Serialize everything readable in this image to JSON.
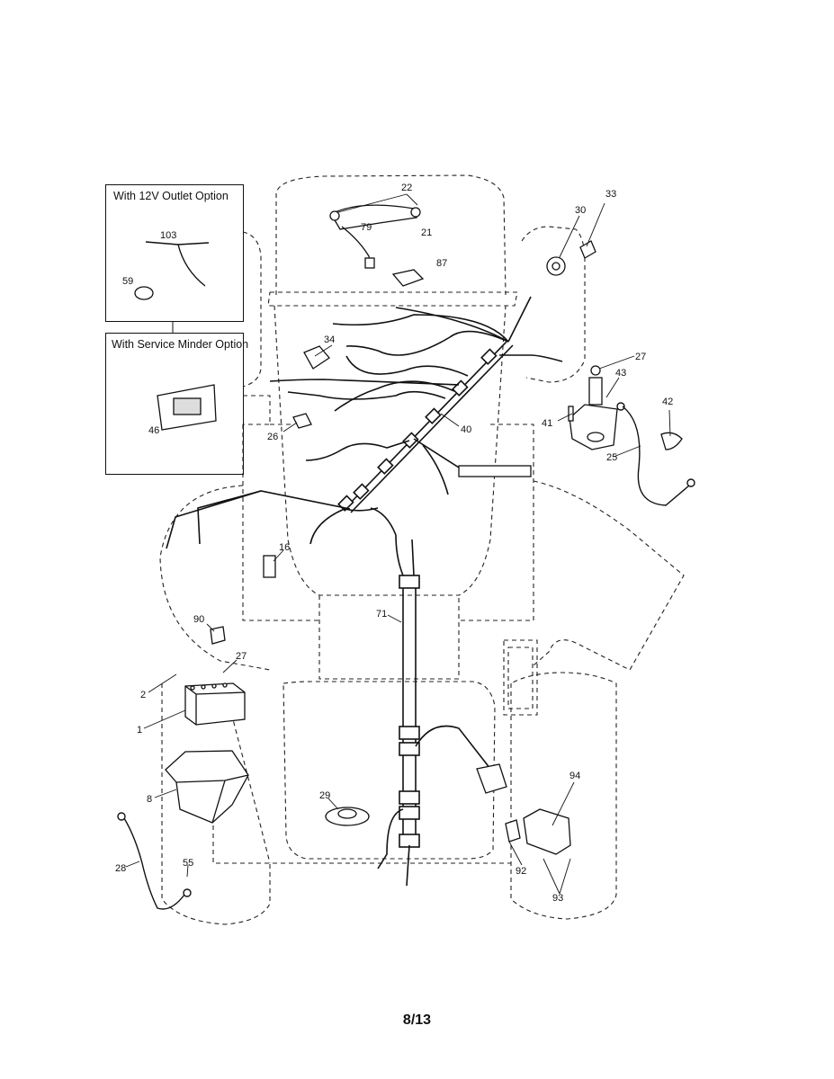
{
  "insets": {
    "outlet_option_title": "With 12V Outlet Option",
    "service_minder_title": "With Service Minder Option"
  },
  "callouts": {
    "p22": "22",
    "p79": "79",
    "p21": "21",
    "p87": "87",
    "p33": "33",
    "p30": "30",
    "p27a": "27",
    "p43": "43",
    "p42": "42",
    "p41": "41",
    "p25": "25",
    "p34": "34",
    "p40": "40",
    "p26": "26",
    "p16": "16",
    "p71": "71",
    "p103": "103",
    "p59": "59",
    "p46": "46",
    "p90": "90",
    "p27b": "27",
    "p2": "2",
    "p1": "1",
    "p8": "8",
    "p28": "28",
    "p55": "55",
    "p29": "29",
    "p94": "94",
    "p92": "92",
    "p93": "93"
  },
  "footer": {
    "page_number": "8/13"
  }
}
